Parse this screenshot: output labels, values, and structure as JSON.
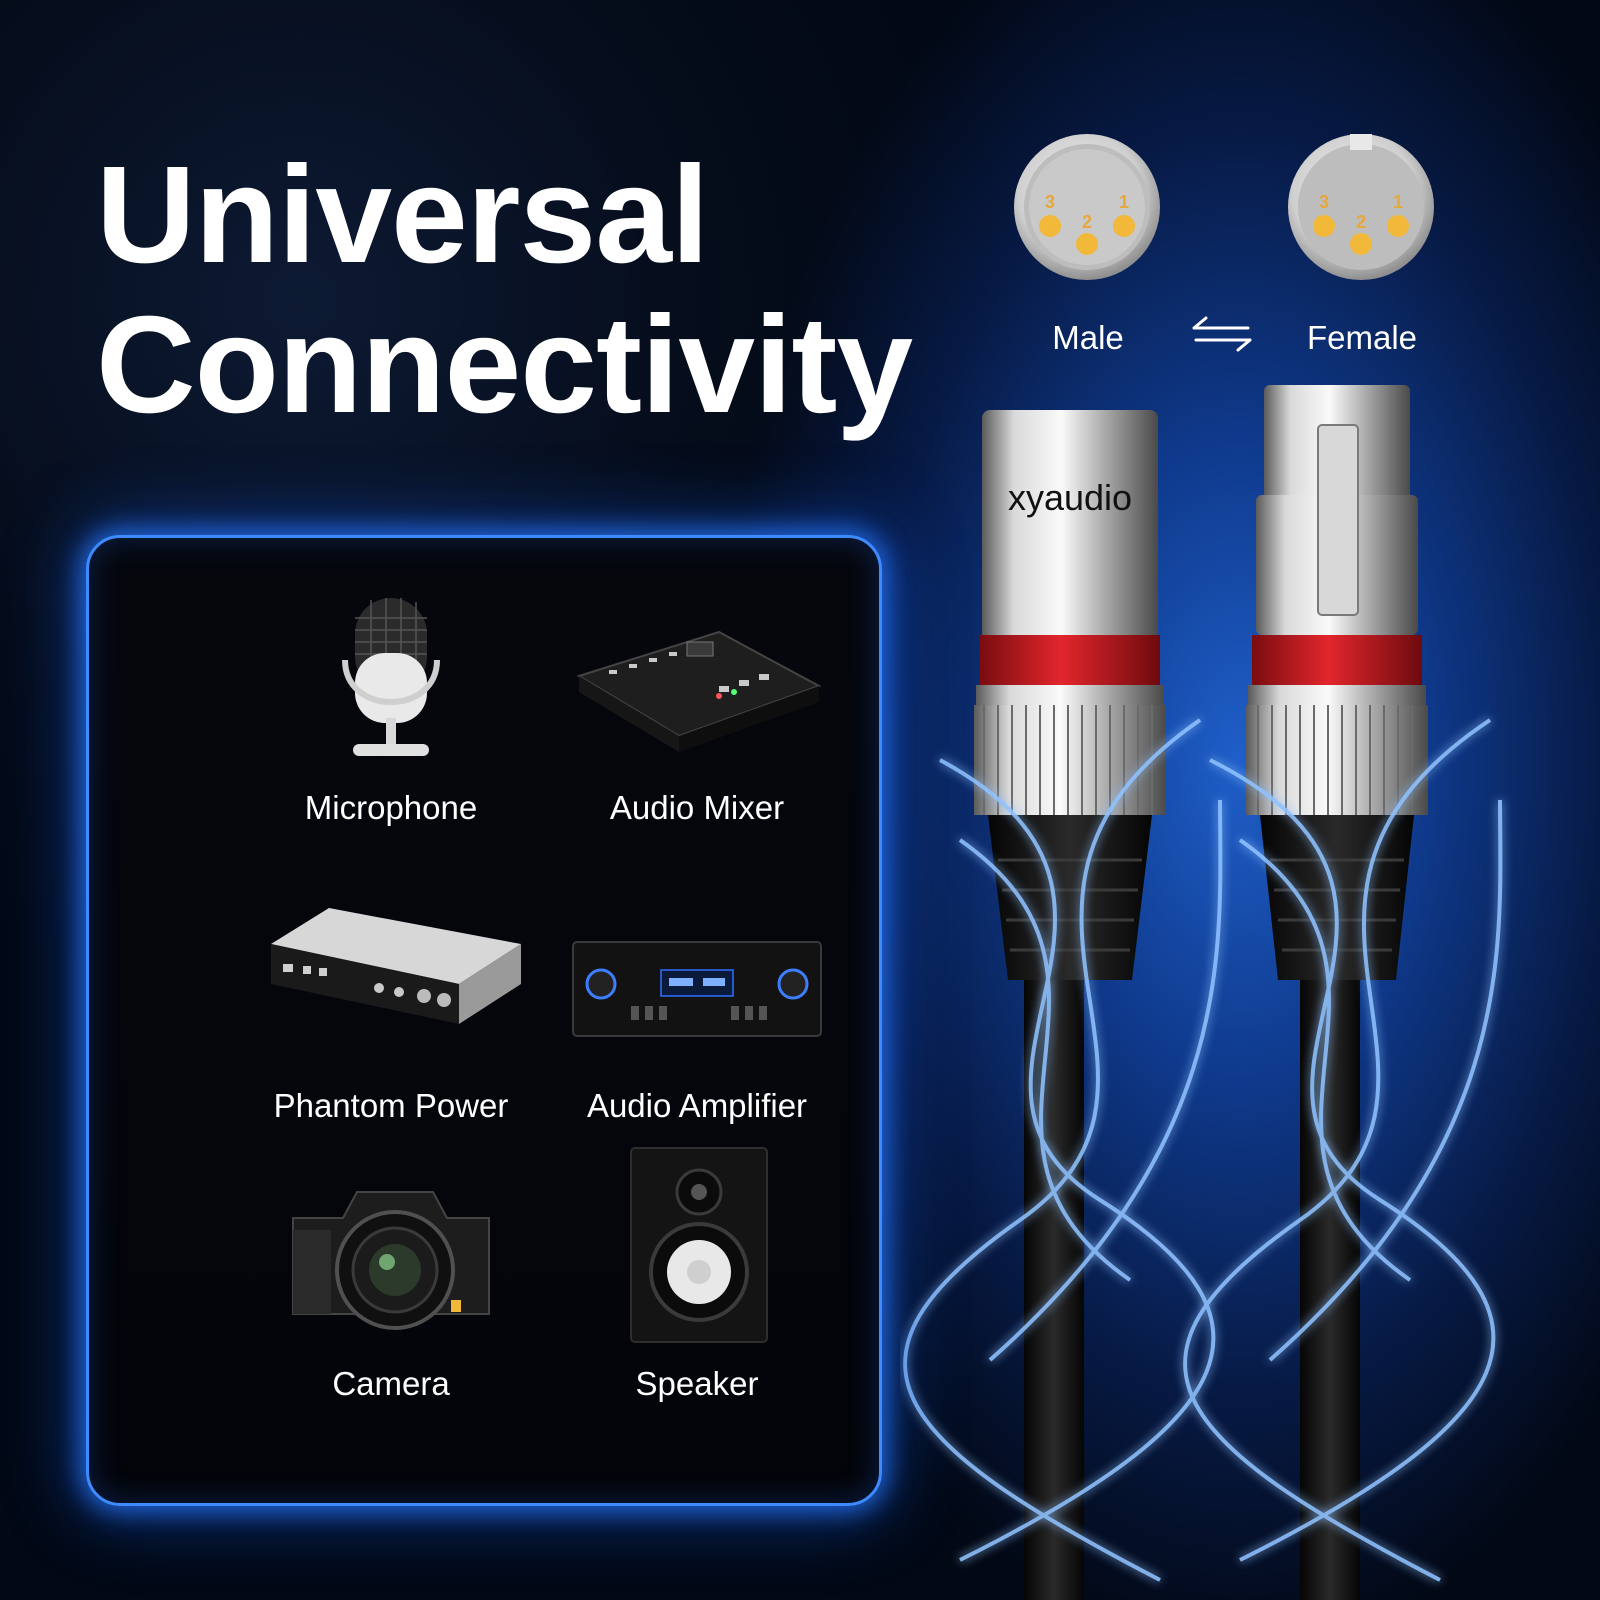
{
  "headline": {
    "line1": "Universal",
    "line2": "Connectivity"
  },
  "connectors": {
    "male_label": "Male",
    "female_label": "Female",
    "pins": [
      "3",
      "2",
      "1"
    ],
    "swap_icon": "swap-arrows-icon",
    "brand": "xyaudio"
  },
  "devices": [
    {
      "label": "Microphone",
      "icon": "microphone-icon"
    },
    {
      "label": "Audio Mixer",
      "icon": "audio-mixer-icon"
    },
    {
      "label": "Phantom Power",
      "icon": "phantom-power-icon"
    },
    {
      "label": "Audio Amplifier",
      "icon": "audio-amplifier-icon"
    },
    {
      "label": "Camera",
      "icon": "camera-icon"
    },
    {
      "label": "Speaker",
      "icon": "speaker-icon"
    }
  ],
  "colors": {
    "accent_glow": "#3d8bff",
    "pin_gold": "#f2b83a",
    "ring_red": "#d31b22",
    "background": "#020814"
  }
}
